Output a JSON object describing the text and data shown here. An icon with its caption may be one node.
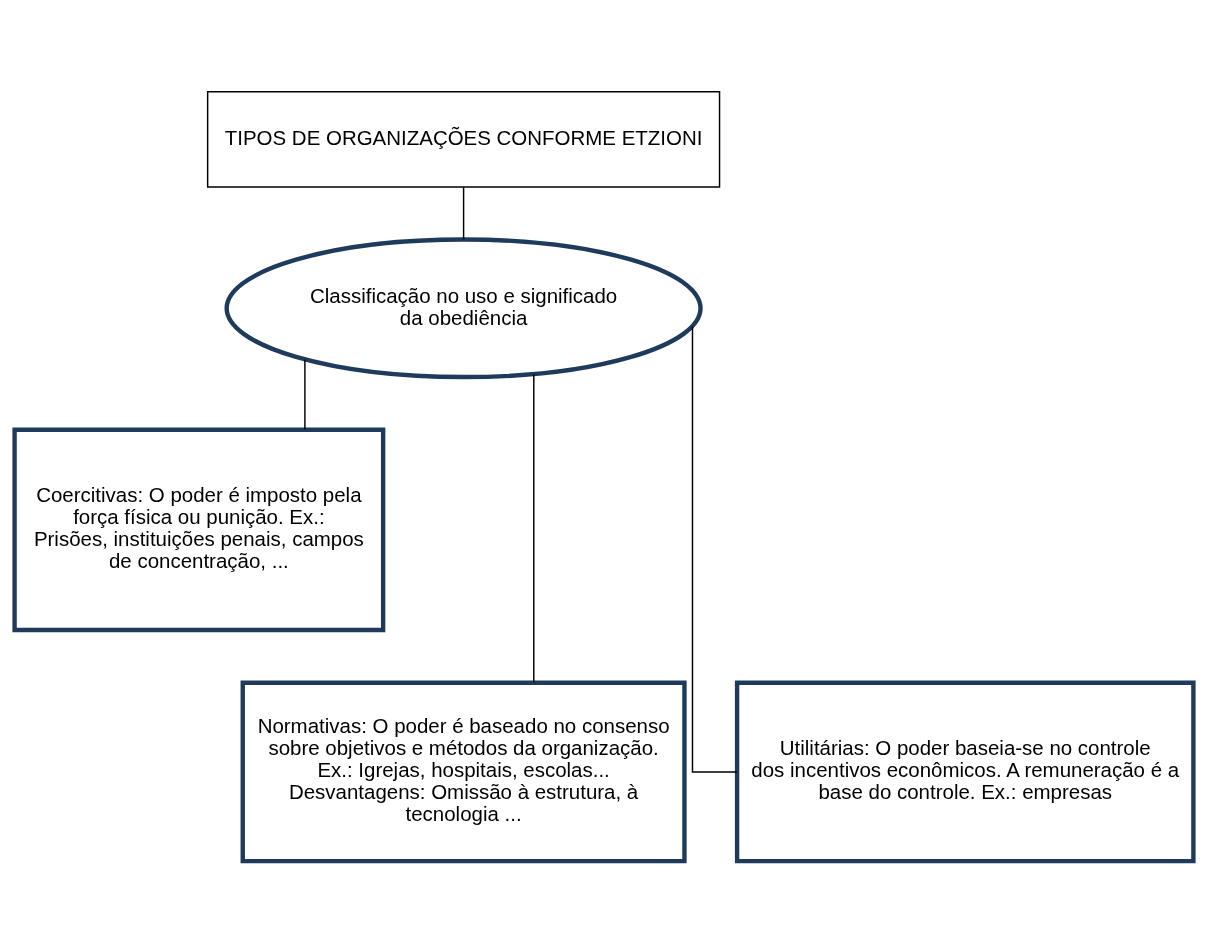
{
  "diagram": {
    "nodes": [
      {
        "text": [
          "TIPOS DE ORGANIZAÇÕES CONFORME ETZIONI"
        ]
      },
      {
        "text": [
          "Classificação no uso e significado da obediência"
        ]
      },
      {
        "text": [
          "Coercitivas: O poder é imposto pela força física ou punição. Ex.: Prisões, instituições penais, campos de concentração, ..."
        ]
      },
      {
        "text": [
          "Normativas: O poder é baseado no consenso sobre objetivos e métodos da organização. Ex.: Igrejas, hospitais, escolas... Desvantagens: Omissão à estrutura, à tecnologia ..."
        ]
      },
      {
        "text": [
          "Utilitárias: O poder baseia-se no controle dos incentivos econômicos. A remuneração é a base do controle. Ex.: empresas"
        ]
      }
    ],
    "edges": [
      {
        "from": 0,
        "to": 1,
        "arrow": "none"
      },
      {
        "from": 1,
        "to": 2,
        "arrow": "none"
      },
      {
        "from": 1,
        "to": 3,
        "arrow": "none"
      },
      {
        "from": 1,
        "to": 4,
        "arrow": "none"
      }
    ]
  }
}
